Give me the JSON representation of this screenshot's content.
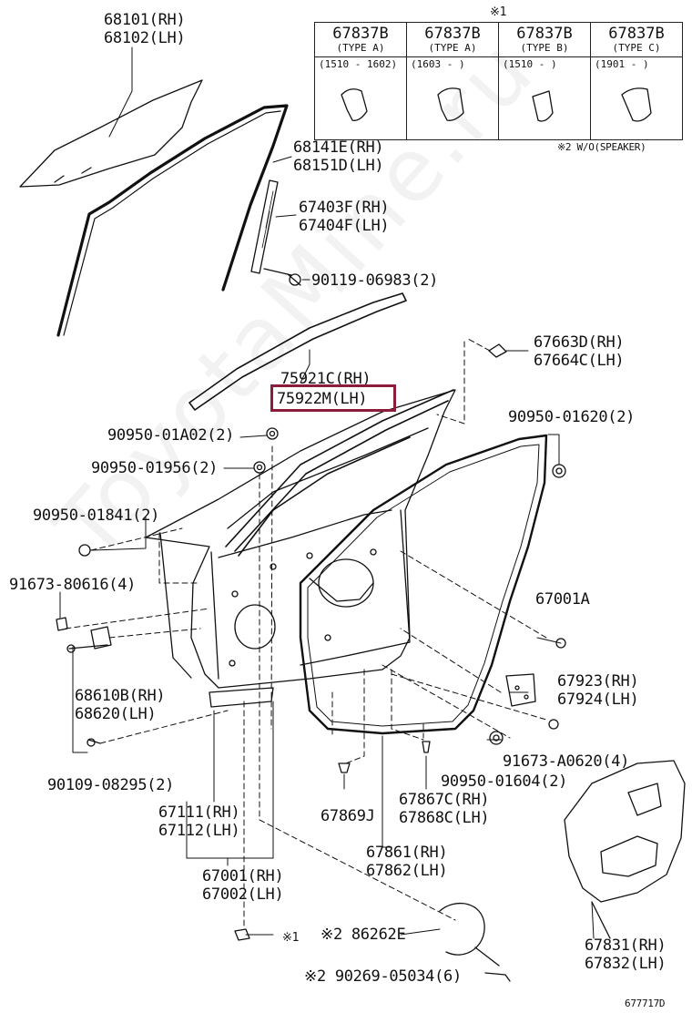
{
  "table": {
    "note_mark": "※1",
    "columns": [
      {
        "part": "67837B",
        "type": "(TYPE A)",
        "date": "(1510 - 1602)"
      },
      {
        "part": "67837B",
        "type": "(TYPE A)",
        "date": "(1603 -      )"
      },
      {
        "part": "67837B",
        "type": "(TYPE B)",
        "date": "(1510 -      )"
      },
      {
        "part": "67837B",
        "type": "(TYPE C)",
        "date": "(1901 -      )"
      }
    ],
    "footnote": "※2 W/O(SPEAKER)"
  },
  "labels": {
    "glass": [
      "68101(RH)",
      "68102(LH)"
    ],
    "run": [
      "68141E(RH)",
      "68151D(LH)"
    ],
    "channel": [
      "67403F(RH)",
      "67404F(LH)"
    ],
    "bolt_06983": "90119-06983(2)",
    "molding_rh": "75921C(RH)",
    "molding_lh": "75922M(LH)",
    "bracket": [
      "67663D(RH)",
      "67664C(LH)"
    ],
    "plug_01a02": "90950-01A02(2)",
    "plug_01956": "90950-01956(2)",
    "plug_01841": "90950-01841(2)",
    "plug_01620": "90950-01620(2)",
    "bolt_80616": "91673-80616(4)",
    "panel": "67001A",
    "hinge": [
      "68610B(RH)",
      "68620(LH)"
    ],
    "cover": [
      "67923(RH)",
      "67924(LH)"
    ],
    "bolt_a0620": "91673-A0620(4)",
    "plug_01604": "90950-01604(2)",
    "bolt_08295": "90109-08295(2)",
    "clip_869": "67869J",
    "clip_867": [
      "67867C(RH)",
      "67868C(LH)"
    ],
    "weather": [
      "67111(RH)",
      "67112(LH)"
    ],
    "seal": [
      "67861(RH)",
      "67862(LH)"
    ],
    "door": [
      "67001(RH)",
      "67002(LH)"
    ],
    "ref1": "※1",
    "grille": "※2 86262E",
    "screw": "※2 90269-05034(6)",
    "service_hole": [
      "67831(RH)",
      "67832(LH)"
    ],
    "diagram_no": "677717D"
  },
  "watermark": "ToyotaMine.ru",
  "highlight_color": "#8b1c3a"
}
